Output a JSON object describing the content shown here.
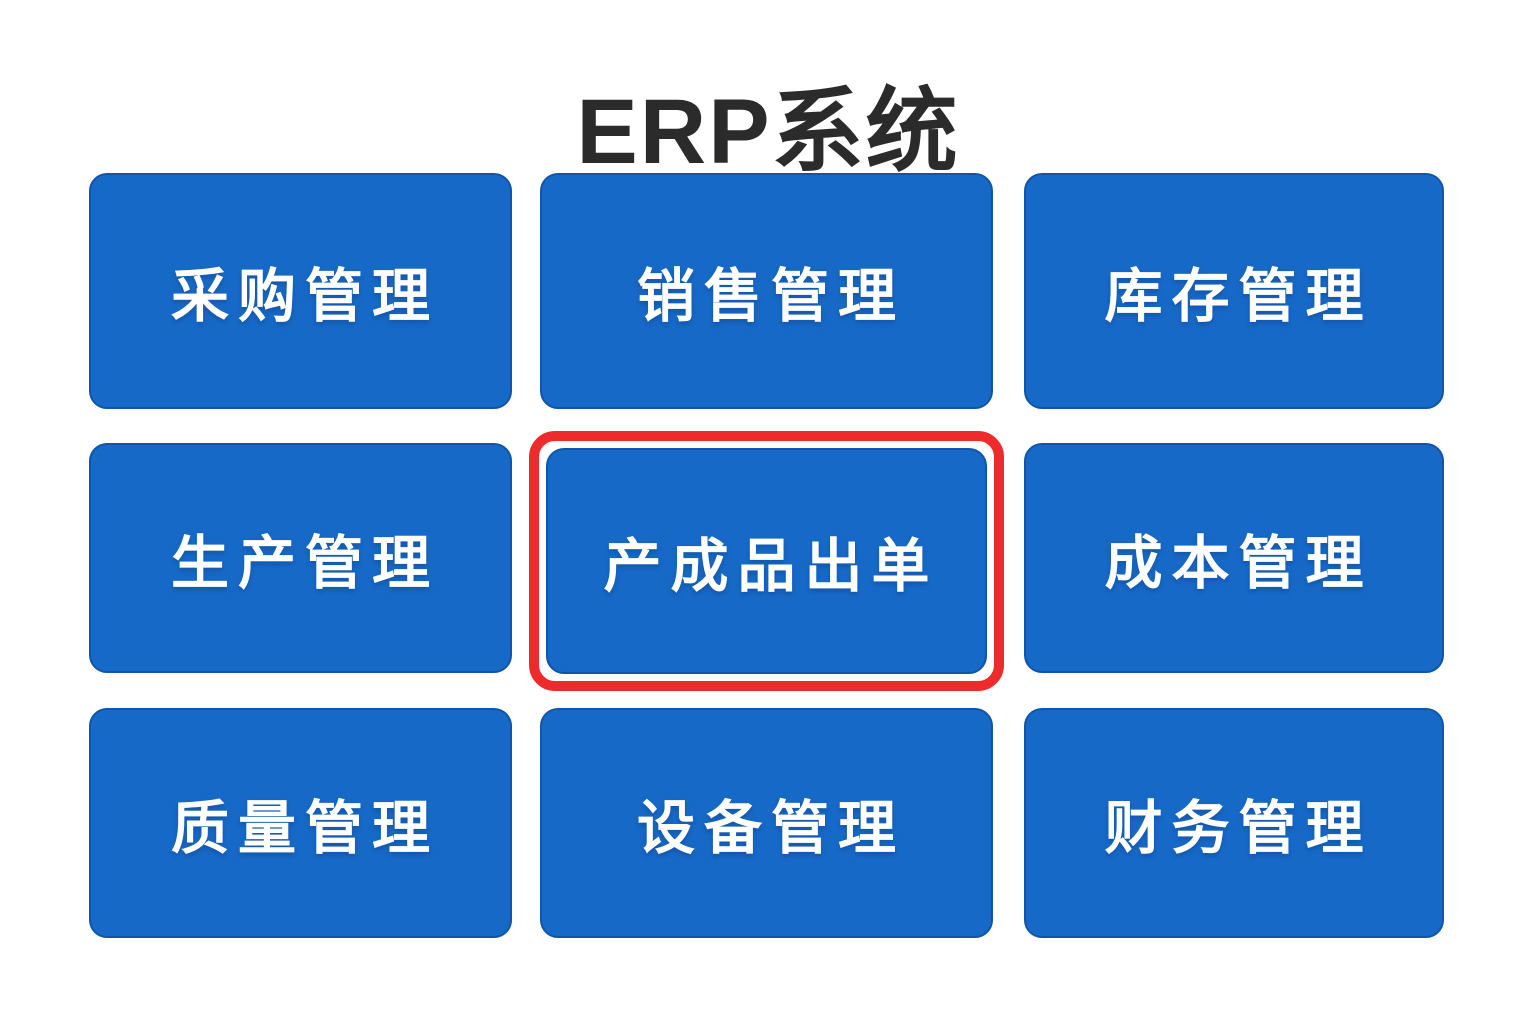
{
  "page": {
    "title": "ERP系统",
    "background": "#ffffff"
  },
  "colors": {
    "tile_blue": "#1769C8",
    "tile_edge_blue": "#0F55AB",
    "tile_text": "#FFFFFF",
    "highlight_red": "#ED2B2A",
    "title_text": "#2B2B2B"
  },
  "modules": [
    {
      "label": "采购管理",
      "highlighted": false
    },
    {
      "label": "销售管理",
      "highlighted": false
    },
    {
      "label": "库存管理",
      "highlighted": false
    },
    {
      "label": "生产管理",
      "highlighted": false
    },
    {
      "label": "产成品出单",
      "highlighted": true
    },
    {
      "label": "成本管理",
      "highlighted": false
    },
    {
      "label": "质量管理",
      "highlighted": false
    },
    {
      "label": "设备管理",
      "highlighted": false
    },
    {
      "label": "财务管理",
      "highlighted": false
    }
  ]
}
